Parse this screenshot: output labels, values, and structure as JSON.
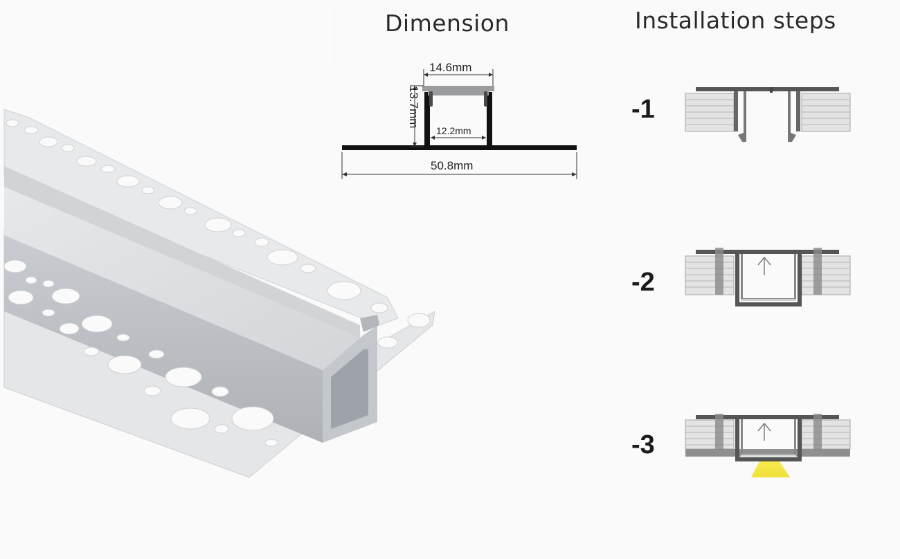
{
  "headings": {
    "dimension": "Dimension",
    "installation": "Installation steps"
  },
  "dimensions": {
    "top_width": "14.6mm",
    "height": "13.7mm",
    "inner_width": "12.2mm",
    "flange_width": "50.8mm"
  },
  "steps": [
    {
      "label": "-1"
    },
    {
      "label": "-2"
    },
    {
      "label": "-3"
    }
  ],
  "colors": {
    "background": "#fafafa",
    "profile": "#d9dbdd",
    "profile_shadow": "#b9bcc0",
    "drywall": "#e2e2e2",
    "light_beam": "#f3e64a"
  }
}
